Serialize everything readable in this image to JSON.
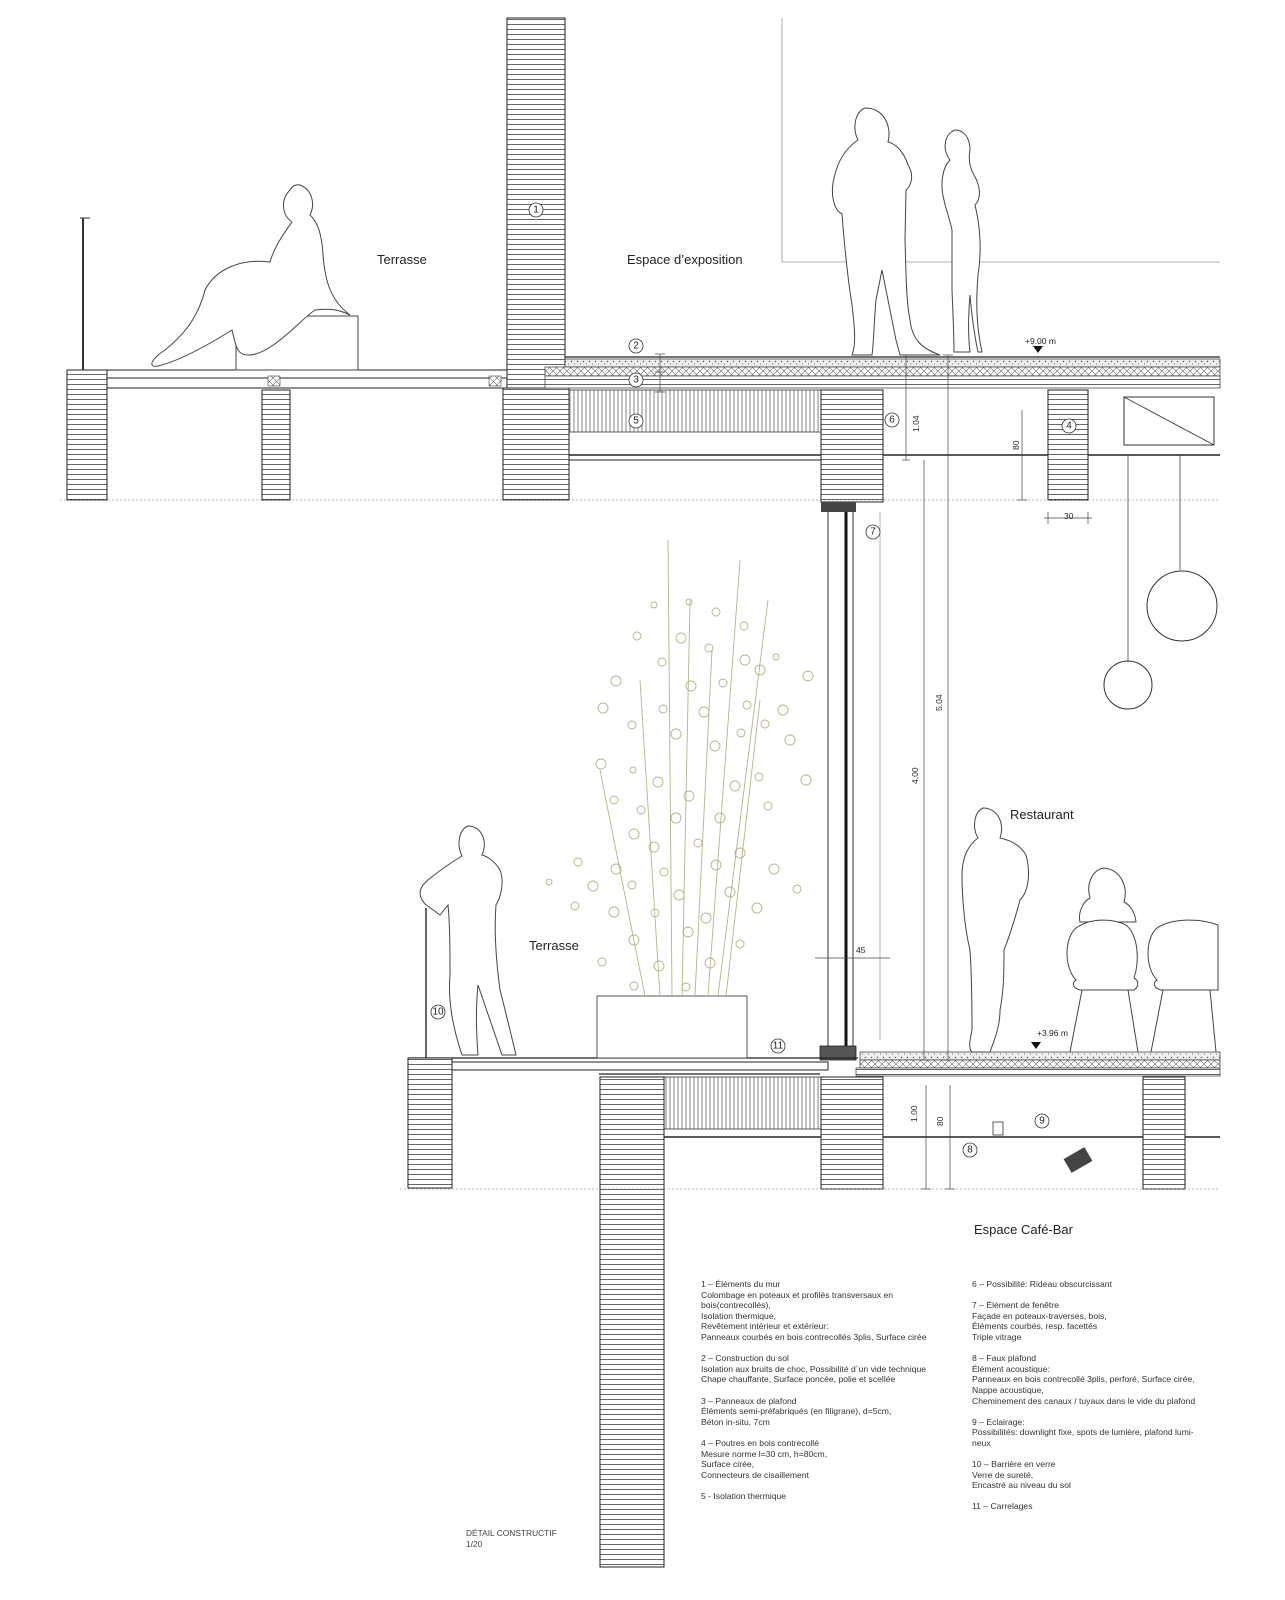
{
  "labels": {
    "terrasse_upper": "Terrasse",
    "espace_exposition": "Espace d’exposition",
    "terrasse_lower": "Terrasse",
    "restaurant": "Restaurant",
    "espace_cafe_bar": "Espace Café-Bar"
  },
  "markers": [
    "1",
    "2",
    "3",
    "4",
    "5",
    "6",
    "7",
    "8",
    "9",
    "10",
    "11"
  ],
  "dimensions": {
    "level_upper": "+9.00 m",
    "level_lower": "+3.96 m",
    "d_1_04": "1.04",
    "d_80_upper": "80",
    "d_30": "30",
    "d_5_04": "5.04",
    "d_4_00": "4.00",
    "d_45": "45",
    "d_1_00": "1.00",
    "d_80_lower": "80"
  },
  "legend_left": [
    [
      "1 – Éléments du mur",
      "Colombage en poteaux et profilés transversaux en",
      "bois(contrecollés),",
      "Isolation thermique,",
      "Revêtement intérieur et extérieur:",
      "Panneaux courbés en bois contrecollés 3plis, Surface cirée"
    ],
    [
      "2 – Construction du sol",
      "Isolation aux bruits de choc, Possibilité d´un vide technique",
      "Chape chauffante, Surface poncée, polie et scellée"
    ],
    [
      "3 – Panneaux de plafond",
      "Éléments semi-préfabriqués (en filigrane), d=5cm,",
      "Béton in-situ, 7cm"
    ],
    [
      "4 – Poutres en bois contrecollé",
      "Mesure norme l=30 cm, h=80cm,",
      "Surface cirée,",
      "Connecteurs de cisaillement"
    ],
    [
      "5 - Isolation thermique"
    ]
  ],
  "legend_right": [
    [
      "6 – Possibilité: Rideau obscurcissant"
    ],
    [
      "7 – Élément de fenêtre",
      "Façade en poteaux-traverses, bois,",
      "Éléments courbés, resp. facettés",
      "Triple vitrage"
    ],
    [
      "8 – Faux plafond",
      "Élément acoustique:",
      "Panneaux en bois contrecollé 3plis, perforé, Surface cirée,",
      "Nappe acoustique,",
      "Cheminement des canaux / tuyaux dans le vide du plafond"
    ],
    [
      "9 – Eclairage:",
      "Possibilités: downlight fixe, spots de lumière, plafond lumi-",
      "neux"
    ],
    [
      "10 – Barrière en verre",
      "Verre de sureté,",
      "Encastré au niveau du sol"
    ],
    [
      "11 – Carrelages"
    ]
  ],
  "caption": {
    "title": "DÉTAIL CONSTRUCTIF",
    "scale": "1/20"
  }
}
